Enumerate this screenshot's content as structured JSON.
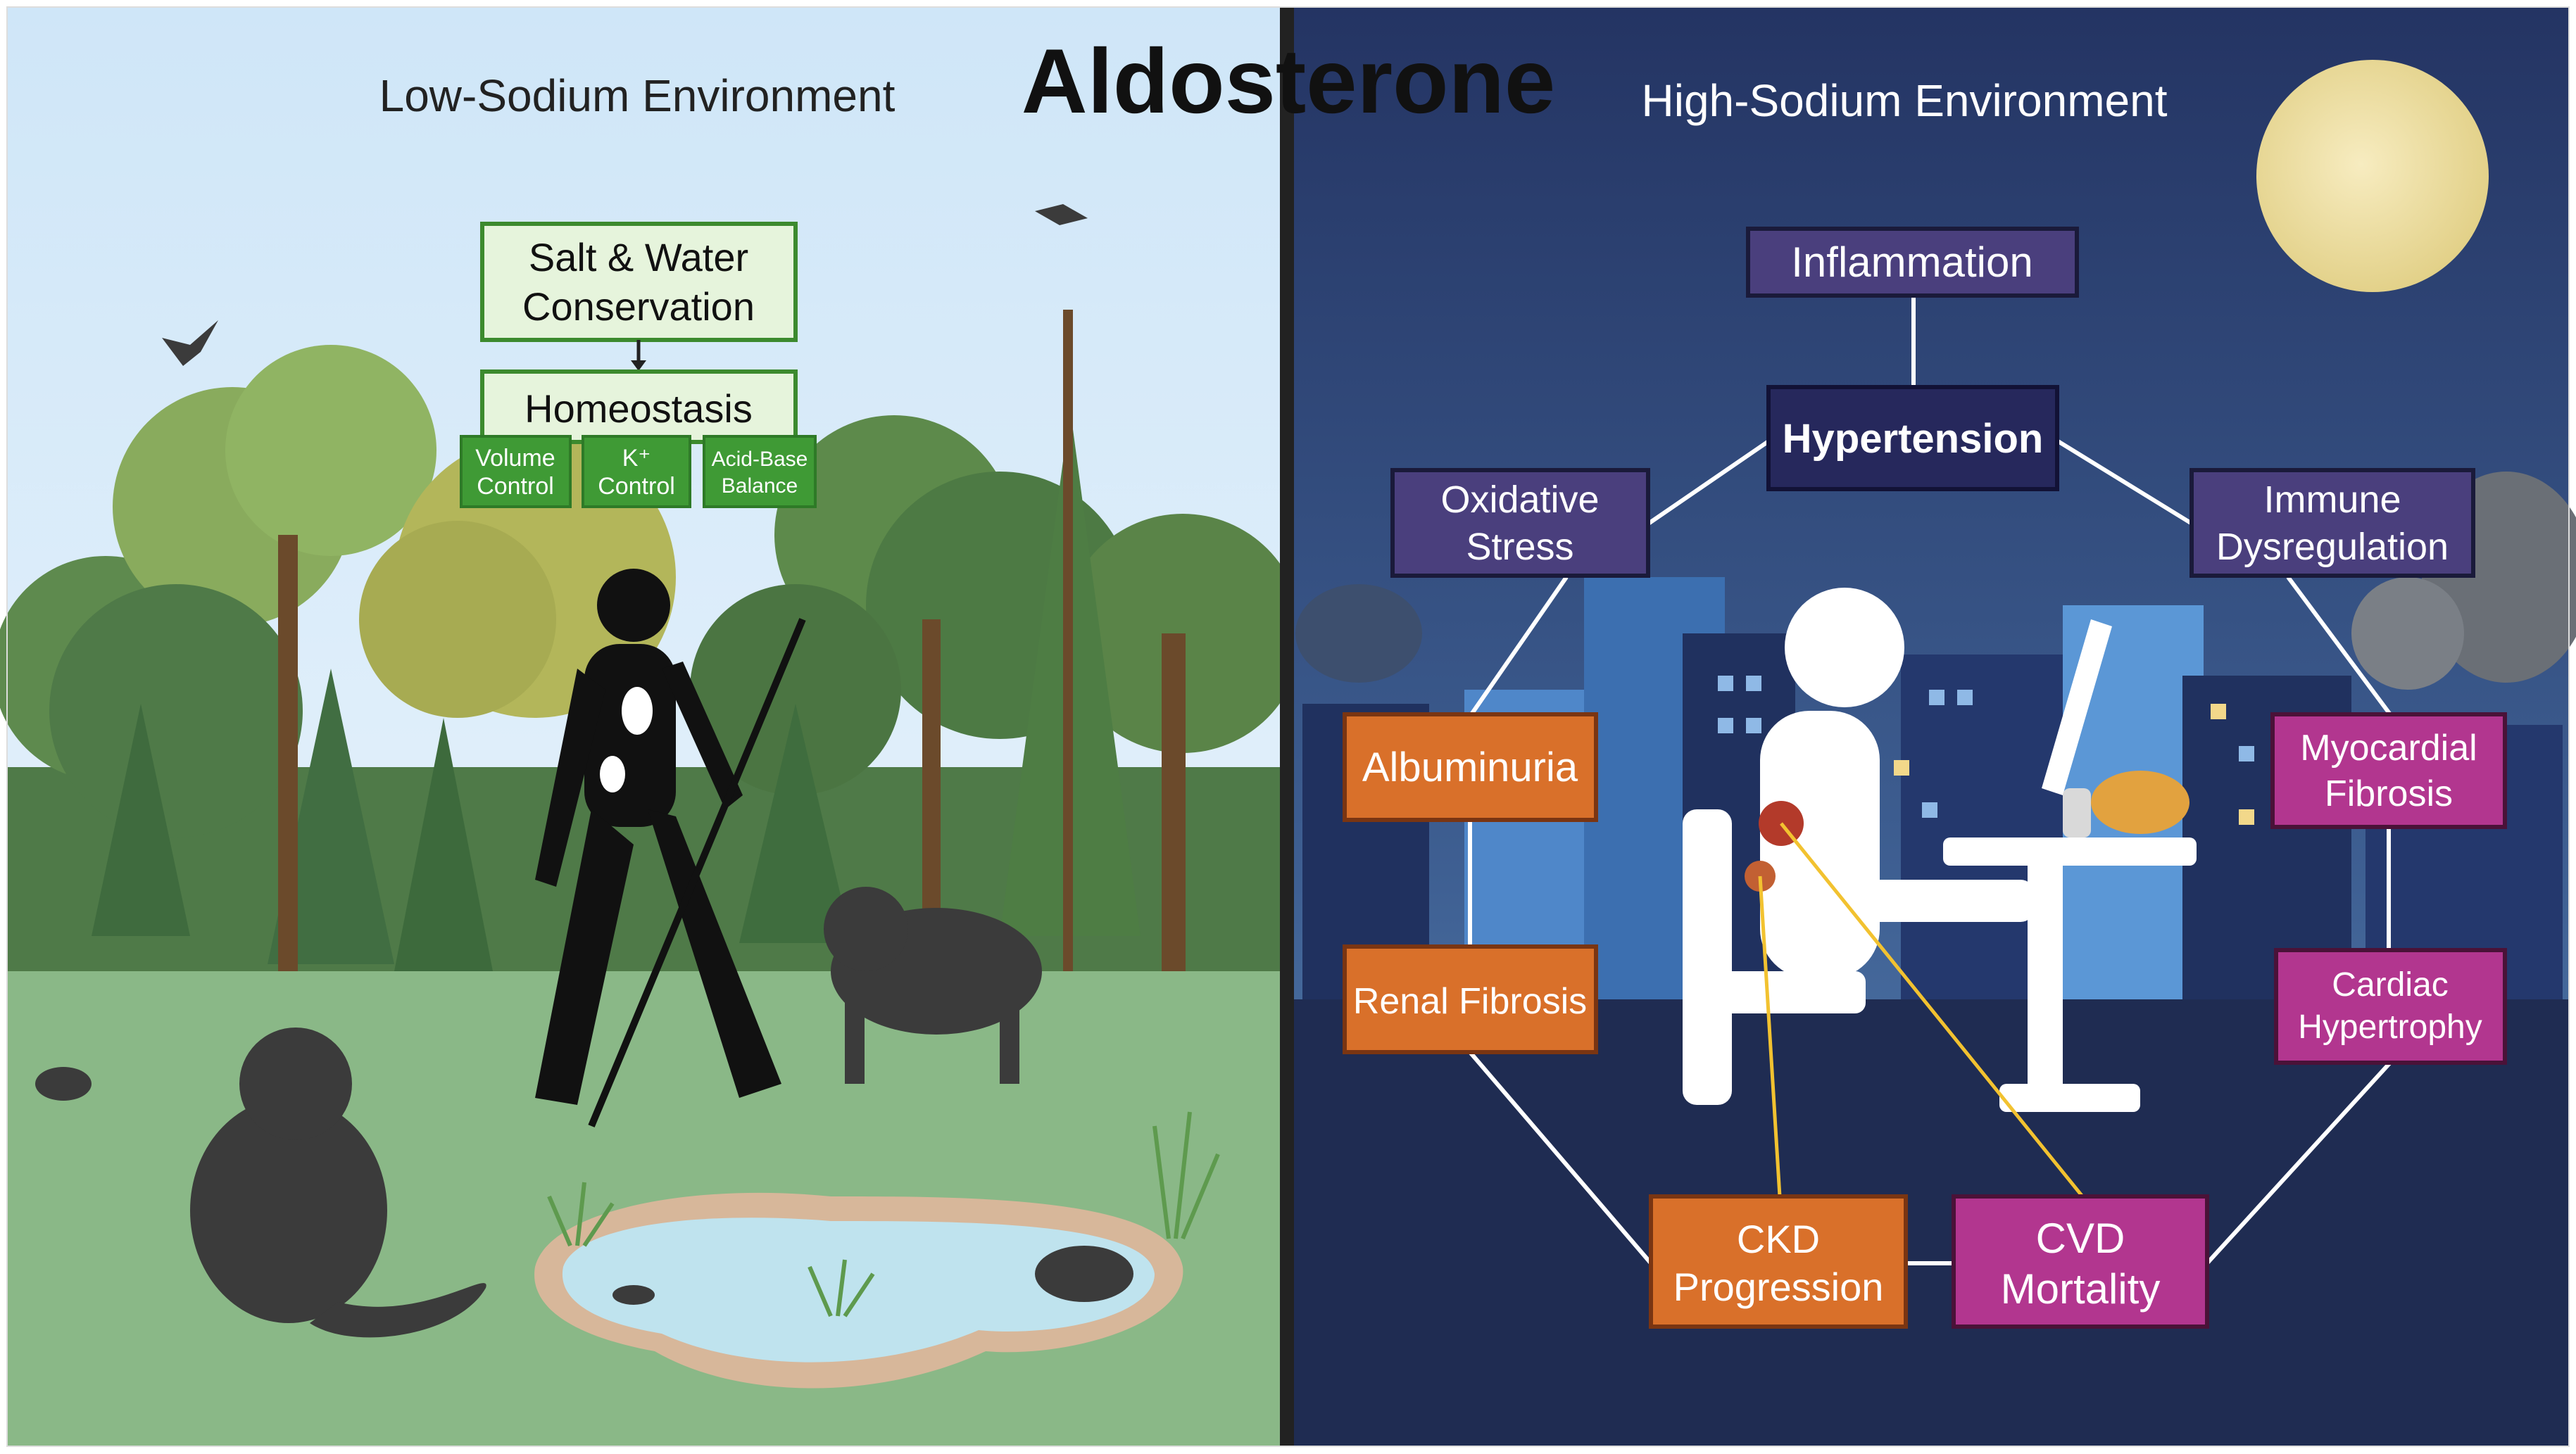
{
  "title": "Aldosterone",
  "left_panel": {
    "heading": "Low-Sodium Environment",
    "salt_water_box": "Salt & Water",
    "salt_water_box_line2": "Conservation",
    "homeostasis_box": "Homeostasis",
    "sub_boxes": [
      {
        "line1": "Volume",
        "line2": "Control"
      },
      {
        "line1": "K⁺",
        "line2": "Control"
      },
      {
        "line1": "Acid-Base",
        "line2": "Balance"
      }
    ]
  },
  "right_panel": {
    "heading": "High-Sodium Environment",
    "nodes": {
      "inflammation": "Inflammation",
      "hypertension": "Hypertension",
      "oxidative_line1": "Oxidative",
      "oxidative_line2": "Stress",
      "immune_line1": "Immune",
      "immune_line2": "Dysregulation",
      "albuminuria": "Albuminuria",
      "renal_fibrosis": "Renal Fibrosis",
      "myocardial_line1": "Myocardial",
      "myocardial_line2": "Fibrosis",
      "cardiac_line1": "Cardiac",
      "cardiac_line2": "Hypertrophy",
      "ckd_line1": "CKD",
      "ckd_line2": "Progression",
      "cvd_line1": "CVD",
      "cvd_line2": "Mortality"
    }
  },
  "colors": {
    "sky_top": "#c9e3f7",
    "night_sky": "#1f2c52",
    "grass": "#8fb98a",
    "green_box_fill": "#e6f4dc",
    "green_box_border": "#3c8a2e",
    "green_sub_fill": "#3f9a35",
    "purple_fill": "#4a3f7d",
    "navy_fill": "#26285c",
    "orange_fill": "#d9702a",
    "magenta_fill": "#b2368f",
    "pond": "#bfe3ee",
    "moon": "#f2e4ad"
  }
}
